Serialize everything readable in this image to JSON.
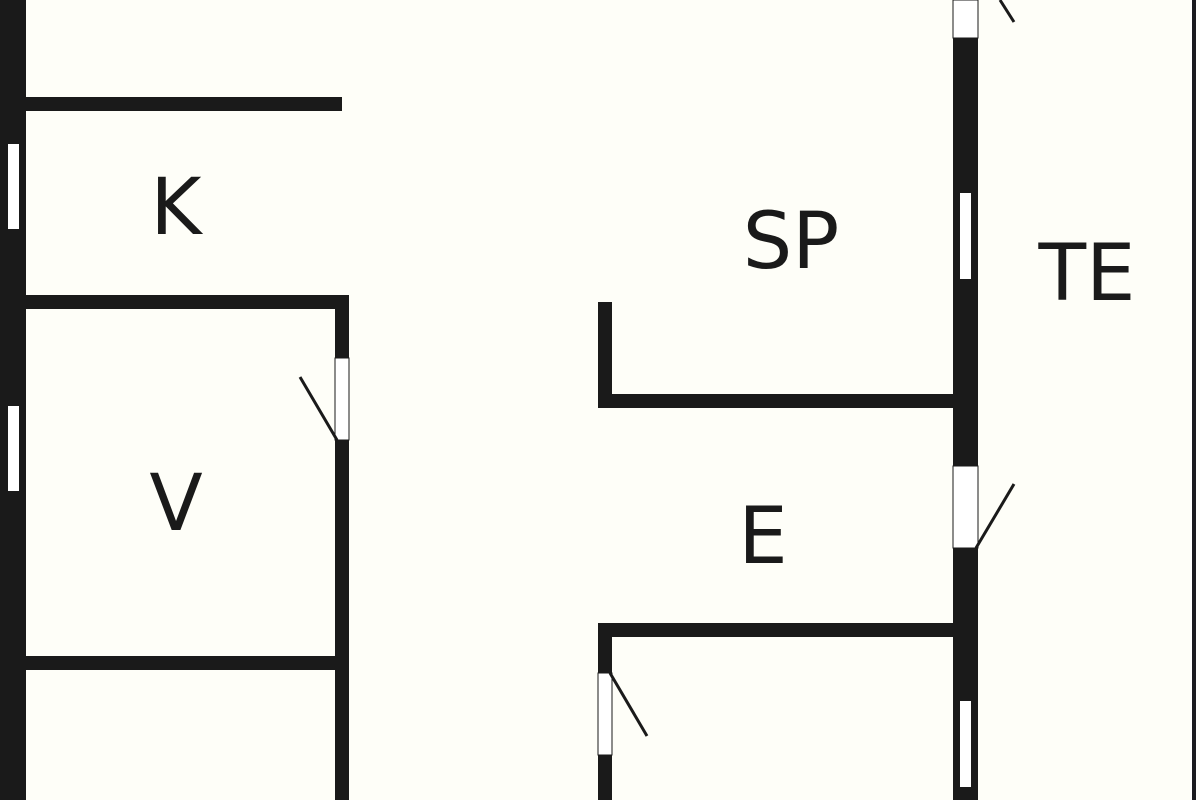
{
  "colors": {
    "background": "#fefef8",
    "wall": "#1a1a1a",
    "window_fill": "#ffffff"
  },
  "rooms": {
    "k": "K",
    "v": "V",
    "sp": "SP",
    "e": "E",
    "te": "TE"
  }
}
